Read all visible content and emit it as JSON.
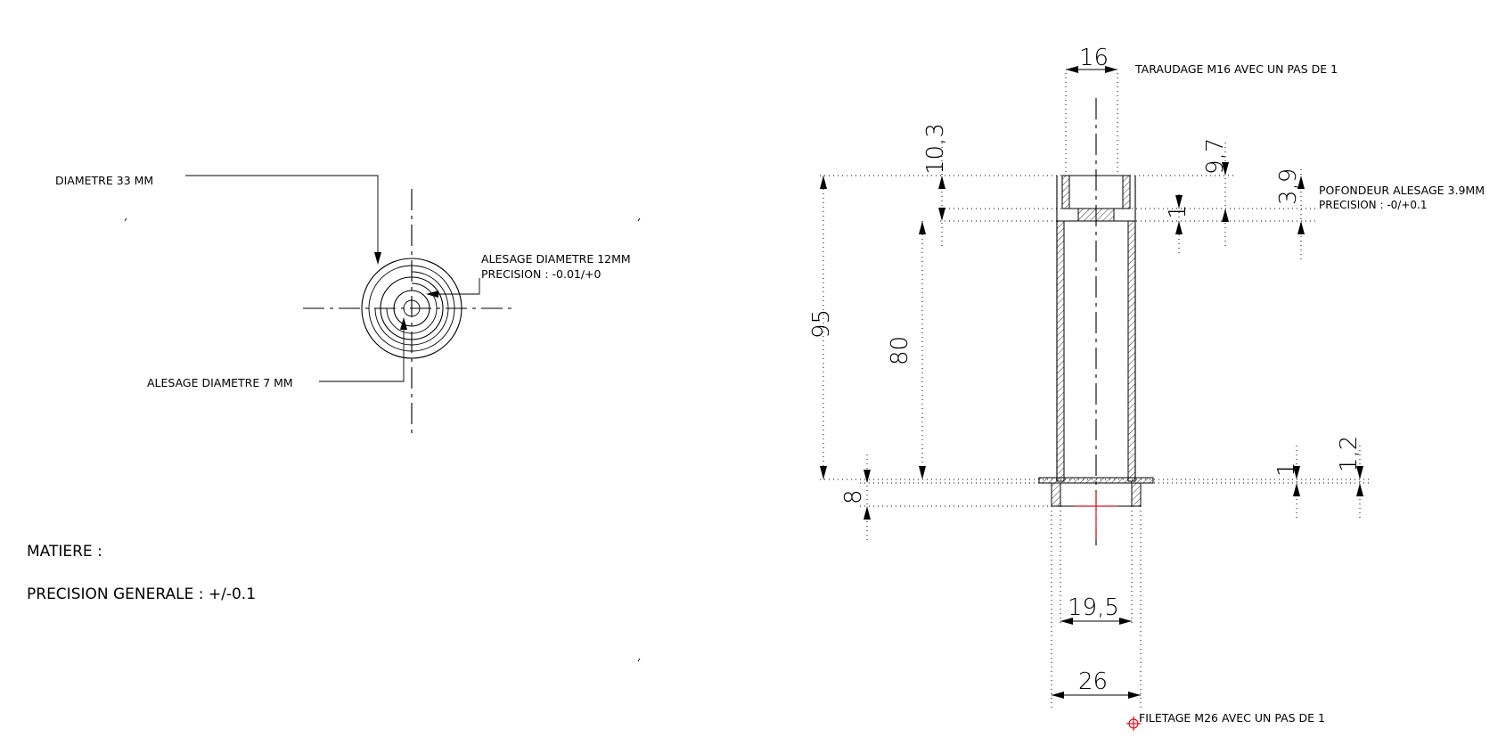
{
  "front_view": {
    "diametre_33": "DIAMETRE 33 MM",
    "alesage_12": "ALESAGE DIAMETRE 12MM",
    "alesage_12_precision": "PRECISION : -0.01/+0",
    "alesage_7": "ALESAGE DIAMETRE 7 MM"
  },
  "notes": {
    "matiere": "MATIERE :",
    "precision_generale": "PRECISION GENERALE : +/-0.1"
  },
  "section_view": {
    "taraudage": "TARAUDAGE M16 AVEC UN PAS DE 1",
    "profondeur": "POFONDEUR ALESAGE 3.9MM",
    "profondeur_precision": "PRECISION : -0/+0.1",
    "filetage": "FILETAGE M26  AVEC UN PAS DE 1"
  },
  "dimensions": {
    "d16": "16",
    "d10_3": "10,3",
    "d9_7": "9,7",
    "d1_top": "1",
    "d3_9": "3,9",
    "d95": "95",
    "d80": "80",
    "d8": "8",
    "d1_bottom": "1",
    "d1_2": "1,2",
    "d19_5": "19,5",
    "d26": "26"
  },
  "colors": {
    "line": "#000000",
    "marker": "#e0101a"
  }
}
